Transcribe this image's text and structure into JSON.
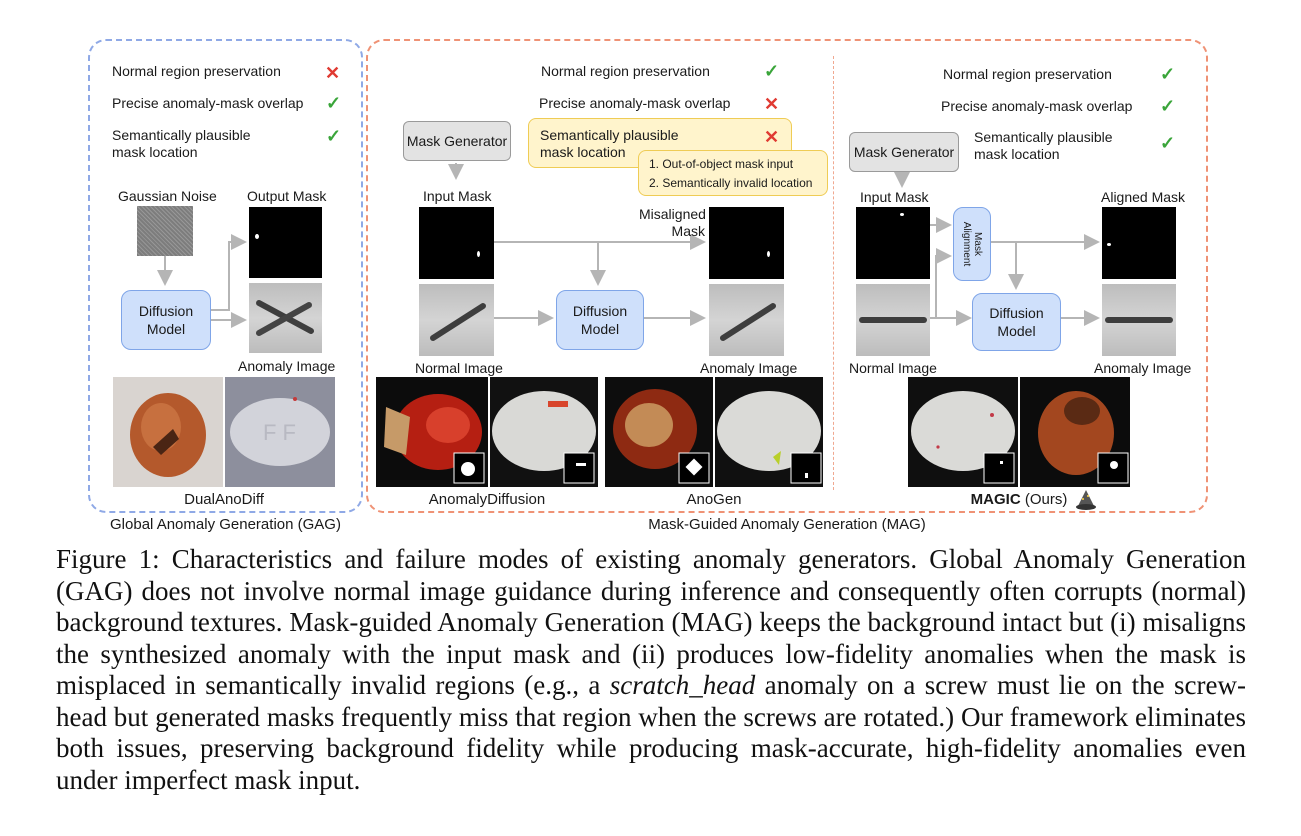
{
  "gag": {
    "criteria": [
      {
        "label": "Normal region preservation",
        "status": "cross"
      },
      {
        "label": "Precise anomaly-mask overlap",
        "status": "check"
      },
      {
        "label": "Semantically plausible mask location",
        "status": "check"
      }
    ],
    "gaussian_noise": "Gaussian Noise",
    "output_mask": "Output Mask",
    "diffusion_model": "Diffusion Model",
    "anomaly_image": "Anomaly Image",
    "method_name": "DualAnoDiff",
    "panel_title": "Global Anomaly Generation (GAG)"
  },
  "mag": {
    "criteria": [
      {
        "label": "Normal region preservation",
        "status": "check"
      },
      {
        "label": "Precise anomaly-mask overlap",
        "status": "cross"
      },
      {
        "label": "Semantically plausible mask location",
        "status": "cross"
      }
    ],
    "mask_generator": "Mask Generator",
    "input_mask": "Input Mask",
    "misaligned_mask": "Misaligned Mask",
    "failure_notes": [
      "1. Out-of-object mask input",
      "2. Semantically invalid location"
    ],
    "diffusion_model": "Diffusion Model",
    "normal_image": "Normal Image",
    "anomaly_image": "Anomaly Image",
    "method_a": "AnomalyDiffusion",
    "method_b": "AnoGen",
    "panel_title": "Mask-Guided Anomaly Generation (MAG)"
  },
  "magic": {
    "criteria": [
      {
        "label": "Normal region preservation",
        "status": "check"
      },
      {
        "label": "Precise anomaly-mask overlap",
        "status": "check"
      },
      {
        "label": "Semantically plausible mask location",
        "status": "check"
      }
    ],
    "mask_generator": "Mask Generator",
    "input_mask": "Input Mask",
    "mask_alignment": "Mask Alignment",
    "aligned_mask": "Aligned Mask",
    "diffusion_model": "Diffusion Model",
    "normal_image": "Normal Image",
    "anomaly_image": "Anomaly Image",
    "method_name": "MAGIC",
    "method_suffix": "(Ours)"
  },
  "icons": {
    "check": "check-icon",
    "cross": "cross-icon",
    "wizard_hat": "wizard-hat-icon"
  },
  "colors": {
    "gag_border": "#8fa9e6",
    "mag_border": "#ef9275",
    "check": "#3aa53a",
    "cross": "#e03a32",
    "diffusion_box": "#cfe0fb",
    "note_box": "#fff4cc"
  },
  "caption": {
    "prefix": "Figure 1: Characteristics and failure modes of existing anomaly generators. Global Anomaly Generation (GAG) does not involve normal image guidance during inference and consequently often corrupts (normal) background textures. Mask-guided Anomaly Generation (MAG) keeps the background intact but (i) misaligns the synthesized anomaly with the input mask and (ii) produces low-fidelity anomalies when the mask is misplaced in semantically invalid regions (e.g., a ",
    "italic": "scratch_head",
    "suffix": " anomaly on a screw must lie on the screw-head but generated masks frequently miss that region when the screws are rotated.) Our framework eliminates both issues, preserving background fidelity while producing mask-accurate, high-fidelity anomalies even under imperfect mask input."
  }
}
